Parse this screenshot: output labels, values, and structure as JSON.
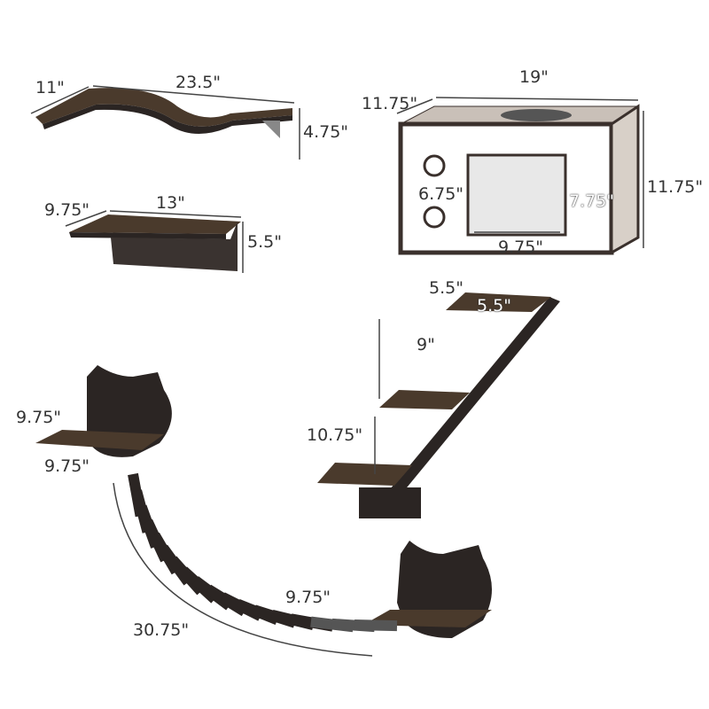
{
  "colors": {
    "wood_dark": "#2b2523",
    "felt_brown": "#4a3a2c",
    "cabinet_white": "#ffffff",
    "cabinet_frame": "#3a302c",
    "dimension_line": "#444444"
  },
  "products": {
    "wave_shelf": {
      "depth": "11\"",
      "width": "23.5\"",
      "height": "4.75\""
    },
    "small_shelf": {
      "depth": "9.75\"",
      "width": "13\"",
      "height": "5.5\""
    },
    "cat_house": {
      "depth": "11.75\"",
      "width": "19\"",
      "height": "11.75\"",
      "hole_diameter": "6.75\"",
      "opening_height": "7.75\"",
      "opening_width": "9.75\""
    },
    "stairs": {
      "step_depth": "5.5\"",
      "step_width": "5.5\"",
      "step_gap_top": "9\"",
      "step_gap_bottom": "10.75\""
    },
    "bridge": {
      "platform_depth": "9.75\"",
      "platform_width": "9.75\"",
      "bridge_length": "30.75\"",
      "bridge_width": "9.75\""
    }
  }
}
